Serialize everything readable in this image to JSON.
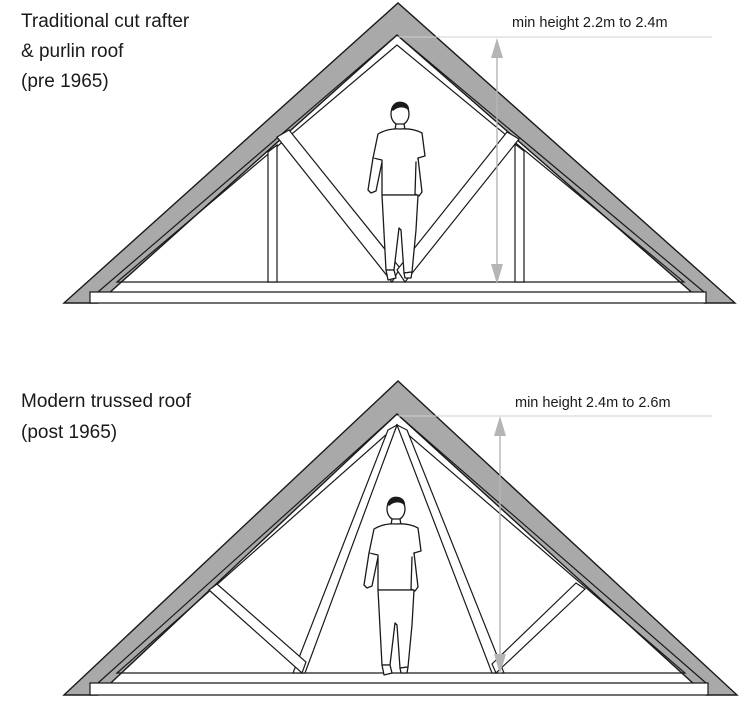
{
  "diagrams": [
    {
      "title_lines": [
        "Traditional cut rafter",
        "& purlin roof",
        "(pre 1965)"
      ],
      "height_note": "min height 2.2m to 2.4m"
    },
    {
      "title_lines": [
        "Modern trussed roof",
        "(post 1965)"
      ],
      "height_note": "min height 2.4m to 2.6m"
    }
  ],
  "colors": {
    "roof_fill": "#a9a9a9",
    "line": "#1a1a1a",
    "dimension": "#b5b5b5"
  }
}
